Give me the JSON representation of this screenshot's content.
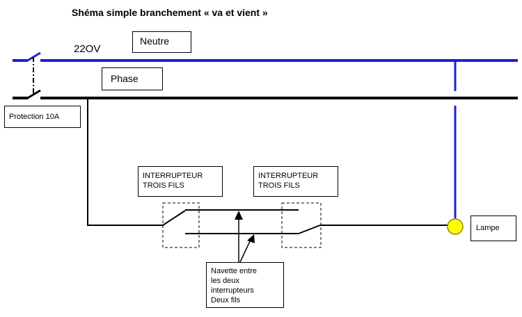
{
  "title": "Shéma simple branchement « va et vient »",
  "voltage": "22OV",
  "labels": {
    "neutre": "Neutre",
    "phase": "Phase",
    "protection": "Protection 10A",
    "interrupteur_1": [
      "INTERRUPTEUR",
      "TROIS FILS"
    ],
    "interrupteur_2": [
      "INTERRUPTEUR",
      "TROIS FILS"
    ],
    "lampe": "Lampe",
    "navette": [
      "Navette entre",
      "les deux",
      "interrupteurs",
      "Deux fils"
    ]
  },
  "colors": {
    "neutral_wire": "#1f1fd0",
    "phase_wire": "#000000",
    "lamp_fill": "#ffff00",
    "lamp_stroke": "#8a8a00"
  }
}
